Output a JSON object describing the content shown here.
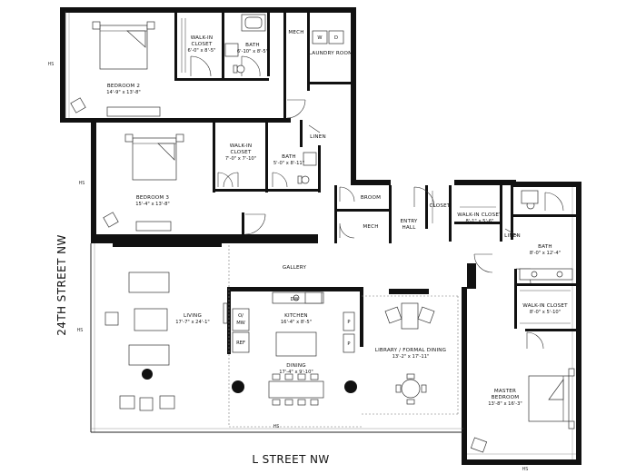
{
  "streets": {
    "west": "24TH STREET NW",
    "south": "L STREET NW"
  },
  "hs_mark": "HS",
  "rooms": {
    "bedroom2": {
      "name": "BEDROOM 2",
      "dim": "14'-9\" x 13'-8\""
    },
    "wic1": {
      "name": "WALK-IN",
      "name2": "CLOSET",
      "dim": "6'-0\" x 8'-5\""
    },
    "bath1": {
      "name": "BATH",
      "dim": "6'-10\" x 8'-5\""
    },
    "mech1": {
      "name": "MECH"
    },
    "laundry": {
      "name": "LAUNDRY ROOM",
      "w": "W",
      "d": "D"
    },
    "linen1": {
      "name": "LINEN"
    },
    "bedroom3": {
      "name": "BEDROOM 3",
      "dim": "15'-4\" x 13'-8\""
    },
    "wic2": {
      "name": "WALK-IN",
      "name2": "CLOSET",
      "dim": "7'-0\" x 7'-10\""
    },
    "bath2": {
      "name": "BATH",
      "dim": "5'-0\" x 8'-11\""
    },
    "broom": {
      "name": "BROOM"
    },
    "mech2": {
      "name": "MECH"
    },
    "entry": {
      "name": "ENTRY",
      "name2": "HALL"
    },
    "closet": {
      "name": "CLOSET"
    },
    "wic3": {
      "name": "WALK-IN CLOSET",
      "dim": "8'-1\" x 5'-6\""
    },
    "linen2": {
      "name": "LINEN"
    },
    "bath3": {
      "name": "BATH",
      "dim": "8'-0\" x 12'-4\""
    },
    "gallery": {
      "name": "GALLERY"
    },
    "living": {
      "name": "LIVING",
      "dim": "17'-7\" x 24'-1\""
    },
    "kitchen": {
      "name": "KITCHEN",
      "dim": "16'-4\" x 8'-5\""
    },
    "dining": {
      "name": "DINING",
      "dim": "17'-4\" x 9'-10\""
    },
    "library": {
      "name": "LIBRARY / FORMAL DINING",
      "dim": "13'-2\" x 17'-11\""
    },
    "wic4": {
      "name": "WALK-IN CLOSET",
      "dim": "8'-0\" x 5'-10\""
    },
    "master": {
      "name": "MASTER",
      "name2": "BEDROOM",
      "dim": "13'-8\" x 16'-3\""
    }
  },
  "appliances": {
    "dw": "DW",
    "ow": "O/",
    "mw": "MW",
    "ref": "REF",
    "p1": "P",
    "p2": "P"
  }
}
